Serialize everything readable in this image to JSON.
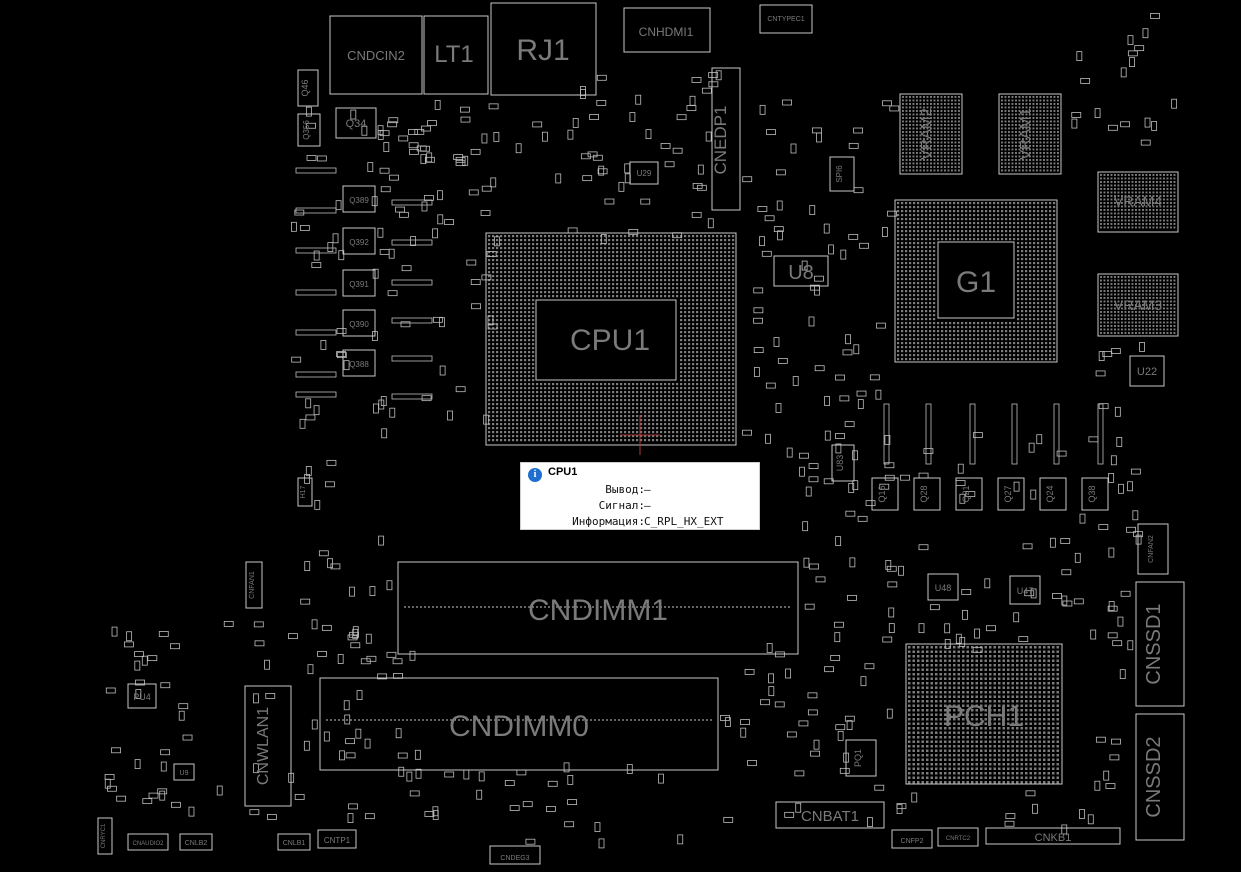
{
  "board": {
    "components": [
      "CNDCIN2",
      "LT1",
      "RJ1",
      "CNHDMI1",
      "CNTYPEC1",
      "Q46",
      "Q34",
      "Q356",
      "CNEDP1",
      "U29",
      "Q389",
      "Q392",
      "Q391",
      "Q390",
      "Q388",
      "CPU1",
      "U8",
      "SPI6",
      "VRAM2",
      "VRAM1",
      "VRAM4",
      "G1",
      "VRAM3",
      "U22",
      "U83",
      "Q16",
      "Q28",
      "Q21",
      "Q27",
      "Q24",
      "Q38",
      "H17",
      "CNFAN1",
      "CNDIMM1",
      "CNFAN2",
      "U48",
      "U47",
      "CNSSD1",
      "PCH1",
      "CNSSD2",
      "CNWLAN1",
      "PU4",
      "U9",
      "CNDIMM0",
      "PQ1",
      "CNBAT1",
      "CNKB1",
      "CNFP2",
      "CNRTC2",
      "CNRYC1",
      "CNAUDIO2",
      "CNLB2",
      "CNLB1",
      "CNTP1",
      "CNDEG3"
    ]
  },
  "tooltip": {
    "icon": "info-icon",
    "title": "CPU1",
    "rows": [
      {
        "key": "Вывод:",
        "value": "—"
      },
      {
        "key": "Сигнал:",
        "value": "—"
      },
      {
        "key": "Информация:",
        "value": "C_RPL_HX_EXT"
      }
    ]
  },
  "colors": {
    "background": "#000000",
    "outline": "#c9c9c9",
    "label": "#7a7a7a",
    "cursor": "#b03a3a",
    "info": "#1e6fd0"
  }
}
